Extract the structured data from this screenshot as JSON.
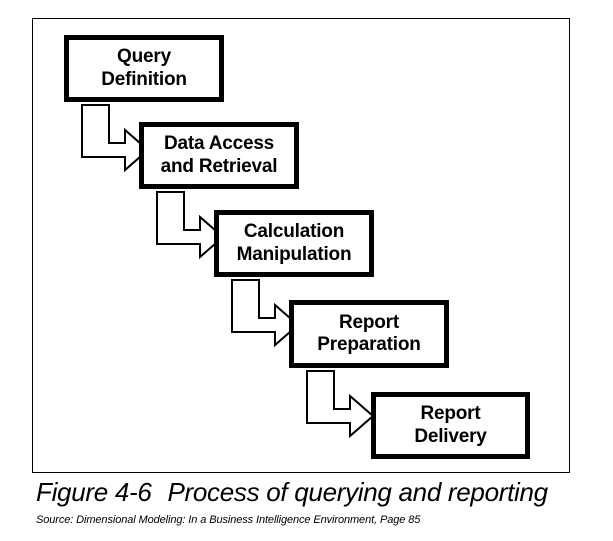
{
  "figure": {
    "caption_number": "Figure 4-6",
    "caption_text": "Process of querying and reporting",
    "source_note": "Source: Dimensional Modeling: In a Business Intelligence Environment, Page 85",
    "frame_color": "#000000",
    "box_border_color": "#000000",
    "box_fill_color": "#ffffff",
    "text_color": "#000000",
    "arrow_fill_color": "#ffffff",
    "arrow_stroke_color": "#000000"
  },
  "chart_data": {
    "type": "diagram",
    "diagram_kind": "cascading-process-flow",
    "title": "Process of querying and reporting",
    "node_count": 5,
    "connector_count": 4,
    "nodes": [
      {
        "id": "query-definition",
        "step": 1,
        "line1": "Query",
        "line2": "Definition"
      },
      {
        "id": "data-access",
        "step": 2,
        "line1": "Data Access",
        "line2": "and Retrieval"
      },
      {
        "id": "calculation",
        "step": 3,
        "line1": "Calculation",
        "line2": "Manipulation"
      },
      {
        "id": "report-preparation",
        "step": 4,
        "line1": "Report",
        "line2": "Preparation"
      },
      {
        "id": "report-delivery",
        "step": 5,
        "line1": "Report",
        "line2": "Delivery"
      }
    ],
    "connectors": [
      {
        "from": "query-definition",
        "to": "data-access",
        "style": "elbow-down-right"
      },
      {
        "from": "data-access",
        "to": "calculation",
        "style": "elbow-down-right"
      },
      {
        "from": "calculation",
        "to": "report-preparation",
        "style": "elbow-down-right"
      },
      {
        "from": "report-preparation",
        "to": "report-delivery",
        "style": "elbow-down-right"
      }
    ]
  }
}
